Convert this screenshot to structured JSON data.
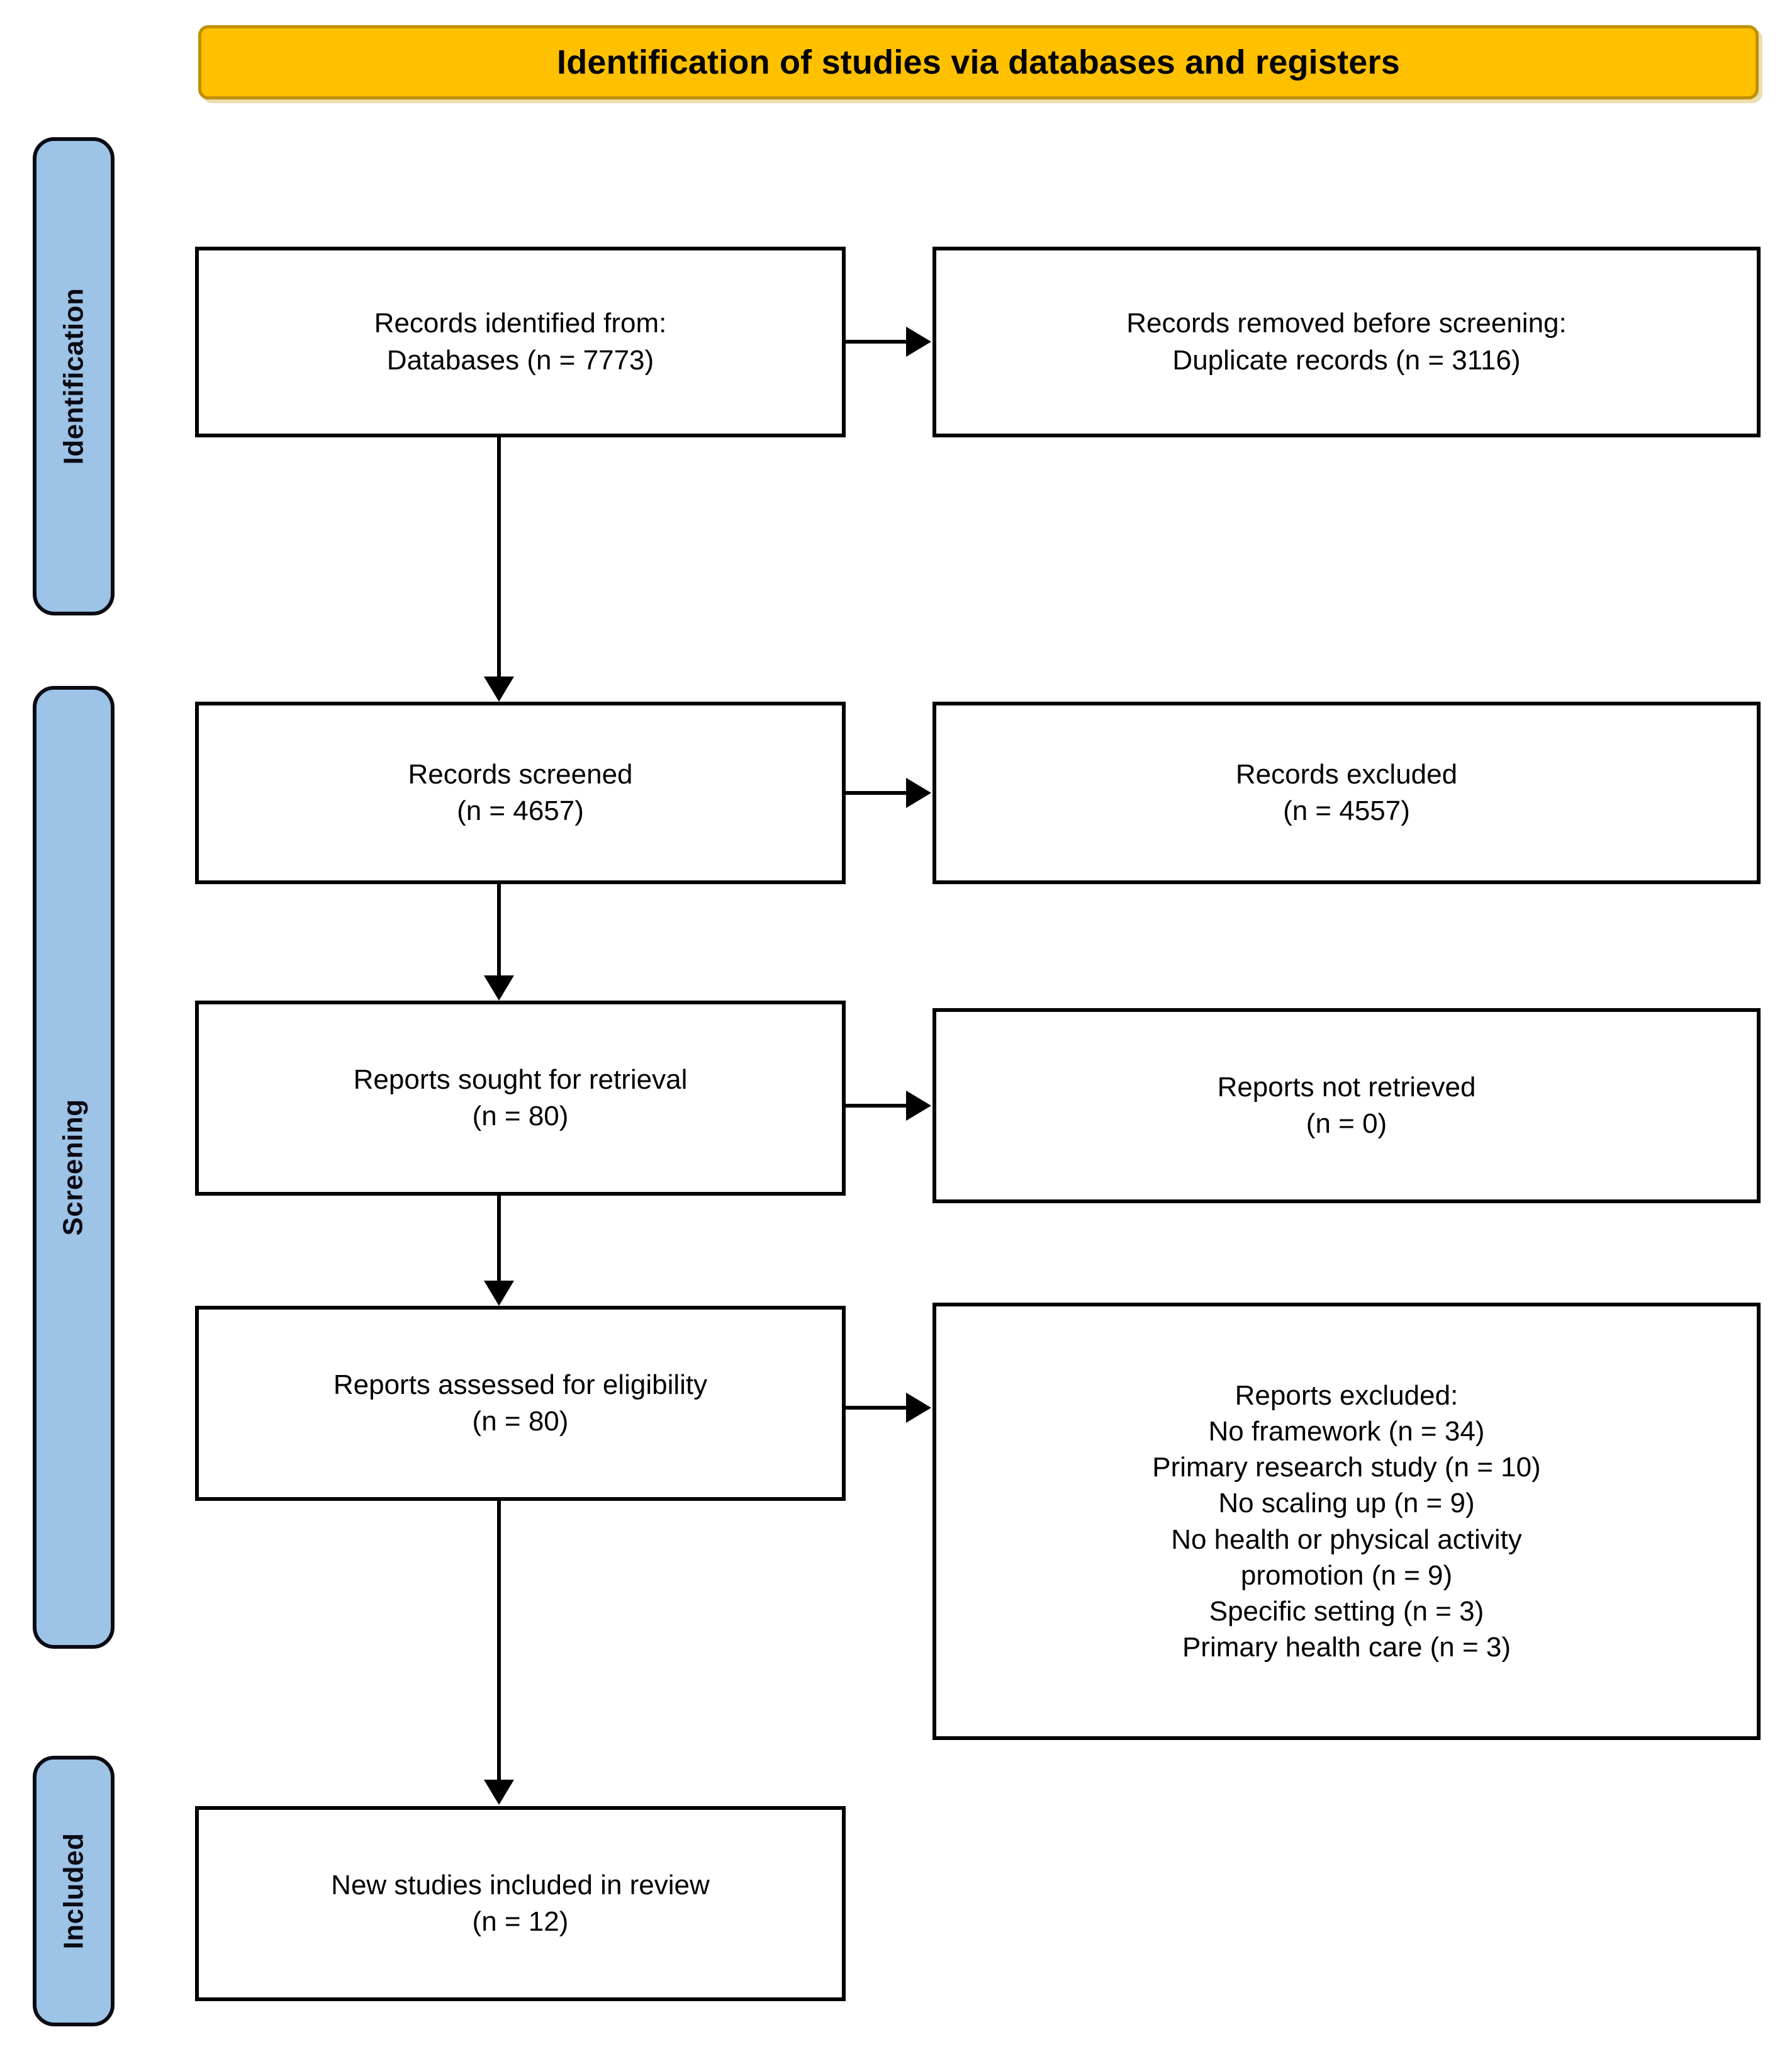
{
  "header": {
    "title": "Identification of studies via databases and registers"
  },
  "stages": [
    {
      "id": "identification",
      "label": "Identification"
    },
    {
      "id": "screening",
      "label": "Screening"
    },
    {
      "id": "included",
      "label": "Included"
    }
  ],
  "boxes": {
    "identified": "Records identified from:\nDatabases (n = 7773)",
    "removed": "Records removed before screening:\nDuplicate records (n = 3116)",
    "screened": "Records screened\n(n = 4657)",
    "excluded_records": "Records excluded\n(n = 4557)",
    "sought": "Reports sought for retrieval\n(n = 80)",
    "not_retrieved": "Reports not retrieved\n(n = 0)",
    "assessed": "Reports assessed for eligibility\n(n = 80)",
    "reports_excluded": "Reports excluded:\nNo framework (n = 34)\nPrimary research study (n = 10)\nNo scaling up (n = 9)\nNo health or physical activity\npromotion (n = 9)\nSpecific setting (n = 3)\nPrimary health care (n = 3)",
    "included": "New studies included in review\n(n = 12)"
  },
  "flow_data": {
    "type": "prisma-flow",
    "records_identified_databases": 7773,
    "duplicate_records_removed": 3116,
    "records_screened": 4657,
    "records_excluded": 4557,
    "reports_sought_for_retrieval": 80,
    "reports_not_retrieved": 0,
    "reports_assessed_for_eligibility": 80,
    "reports_excluded_reasons": [
      {
        "reason": "No framework",
        "n": 34
      },
      {
        "reason": "Primary research study",
        "n": 10
      },
      {
        "reason": "No scaling up",
        "n": 9
      },
      {
        "reason": "No health or physical activity promotion",
        "n": 9
      },
      {
        "reason": "Specific setting",
        "n": 3
      },
      {
        "reason": "Primary health care",
        "n": 3
      }
    ],
    "new_studies_included_in_review": 12
  },
  "colors": {
    "banner_fill": "#FFC000",
    "banner_border": "#BF9000",
    "stage_fill": "#9DC3E6",
    "stage_border": "#0B0B14",
    "box_border": "#000000",
    "box_fill": "#FFFFFF"
  }
}
